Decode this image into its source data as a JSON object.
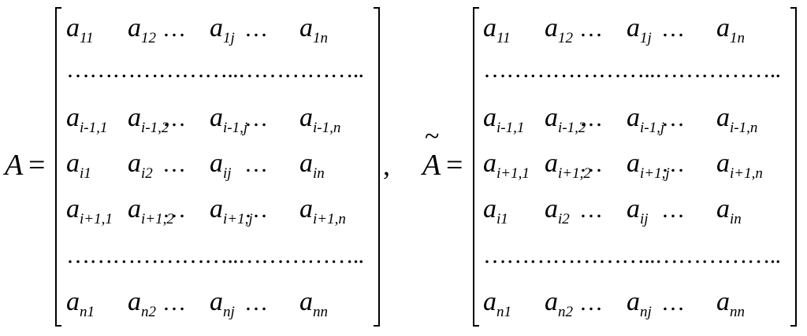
{
  "left": {
    "name": "A",
    "eq": "=",
    "rows": [
      [
        [
          "a",
          "11"
        ],
        [
          "a",
          "12"
        ],
        [
          "…",
          ""
        ],
        [
          "a",
          "1j"
        ],
        [
          "…",
          ""
        ],
        [
          "a",
          "1n"
        ]
      ],
      "dots",
      [
        [
          "a",
          "i-1,1"
        ],
        [
          "a",
          "i-1,2"
        ],
        [
          "…",
          ""
        ],
        [
          "a",
          "i-1,j"
        ],
        [
          "…",
          ""
        ],
        [
          "a",
          "i-1,n"
        ]
      ],
      [
        [
          "a",
          "i1"
        ],
        [
          "a",
          "i2"
        ],
        [
          "…",
          ""
        ],
        [
          "a",
          "ij"
        ],
        [
          "…",
          ""
        ],
        [
          "a",
          "in"
        ]
      ],
      [
        [
          "a",
          "i+1,1"
        ],
        [
          "a",
          "i+1,2"
        ],
        [
          "…",
          ""
        ],
        [
          "a",
          "i+1,j"
        ],
        [
          "…",
          ""
        ],
        [
          "a",
          "i+1,n"
        ]
      ],
      "dots",
      [
        [
          "a",
          "n1"
        ],
        [
          "a",
          "n2"
        ],
        [
          "…",
          ""
        ],
        [
          "a",
          "nj"
        ],
        [
          "…",
          ""
        ],
        [
          "a",
          "nn"
        ]
      ]
    ]
  },
  "separator": ",",
  "right": {
    "name": "A",
    "accent": "~",
    "eq": "=",
    "rows": [
      [
        [
          "a",
          "11"
        ],
        [
          "a",
          "12"
        ],
        [
          "…",
          ""
        ],
        [
          "a",
          "1j"
        ],
        [
          "…",
          ""
        ],
        [
          "a",
          "1n"
        ]
      ],
      "dots",
      [
        [
          "a",
          "i-1,1"
        ],
        [
          "a",
          "i-1,2"
        ],
        [
          "…",
          ""
        ],
        [
          "a",
          "i-1,j"
        ],
        [
          "…",
          ""
        ],
        [
          "a",
          "i-1,n"
        ]
      ],
      [
        [
          "a",
          "i+1,1"
        ],
        [
          "a",
          "i+1,2"
        ],
        [
          "…",
          ""
        ],
        [
          "a",
          "i+1,j"
        ],
        [
          "…",
          ""
        ],
        [
          "a",
          "i+1,n"
        ]
      ],
      [
        [
          "a",
          "i1"
        ],
        [
          "a",
          "i2"
        ],
        [
          "…",
          ""
        ],
        [
          "a",
          "ij"
        ],
        [
          "…",
          ""
        ],
        [
          "a",
          "in"
        ]
      ],
      "dots",
      [
        [
          "a",
          "n1"
        ],
        [
          "a",
          "n2"
        ],
        [
          "…",
          ""
        ],
        [
          "a",
          "nj"
        ],
        [
          "…",
          ""
        ],
        [
          "a",
          "nn"
        ]
      ]
    ]
  },
  "dots_text": "…………………..…………….."
}
